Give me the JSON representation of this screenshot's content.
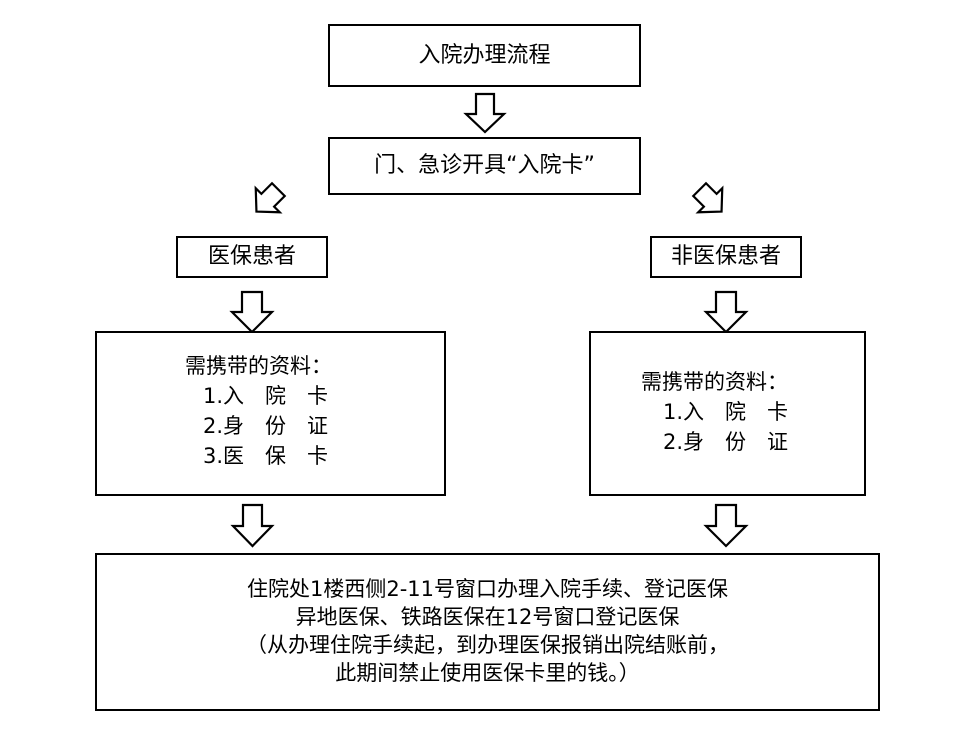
{
  "title": "入院办理流程",
  "step1": "门、急诊开具“入院卡”",
  "branch_left": {
    "label": "医保患者",
    "materials_heading": "需携带的资料：",
    "materials": [
      "1.入　院　卡",
      "2.身　份　证",
      "3.医　保　卡"
    ]
  },
  "branch_right": {
    "label": "非医保患者",
    "materials_heading": "需携带的资料：",
    "materials": [
      "1.入　院　卡",
      "2.身　份　证"
    ]
  },
  "final": {
    "lines": [
      "住院处1楼西侧2-11号窗口办理入院手续、登记医保",
      "异地医保、铁路医保在12号窗口登记医保",
      "（从办理住院手续起，到办理医保报销出院结账前，",
      "此期间禁止使用医保卡里的钱。）"
    ]
  }
}
